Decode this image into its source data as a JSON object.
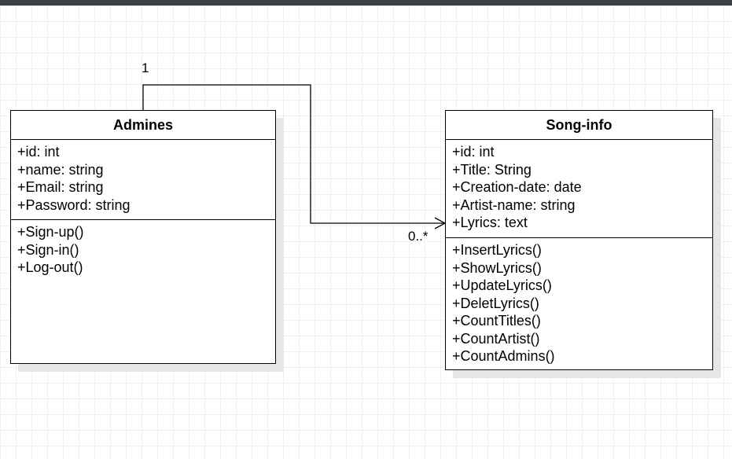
{
  "diagram": {
    "classes": [
      {
        "name": "Admines",
        "attributes": [
          "+id: int",
          "+name: string",
          "+Email: string",
          "+Password: string"
        ],
        "methods": [
          "+Sign-up()",
          "+Sign-in()",
          "+Log-out()"
        ]
      },
      {
        "name": "Song-info",
        "attributes": [
          "+id: int",
          "+Title: String",
          "+Creation-date: date",
          "+Artist-name: string",
          "+Lyrics: text"
        ],
        "methods": [
          "+InsertLyrics()",
          "+ShowLyrics()",
          "+UpdateLyrics()",
          "+DeletLyrics()",
          "+CountTitles()",
          "+CountArtist()",
          "+CountAdmins()"
        ]
      }
    ],
    "association": {
      "source_multiplicity": "1",
      "target_multiplicity": "0..*"
    }
  },
  "colors": {
    "topbar": "#3d4147",
    "grid": "#f0f0f0",
    "line": "#000000",
    "shadow": "#e6e6e6"
  }
}
